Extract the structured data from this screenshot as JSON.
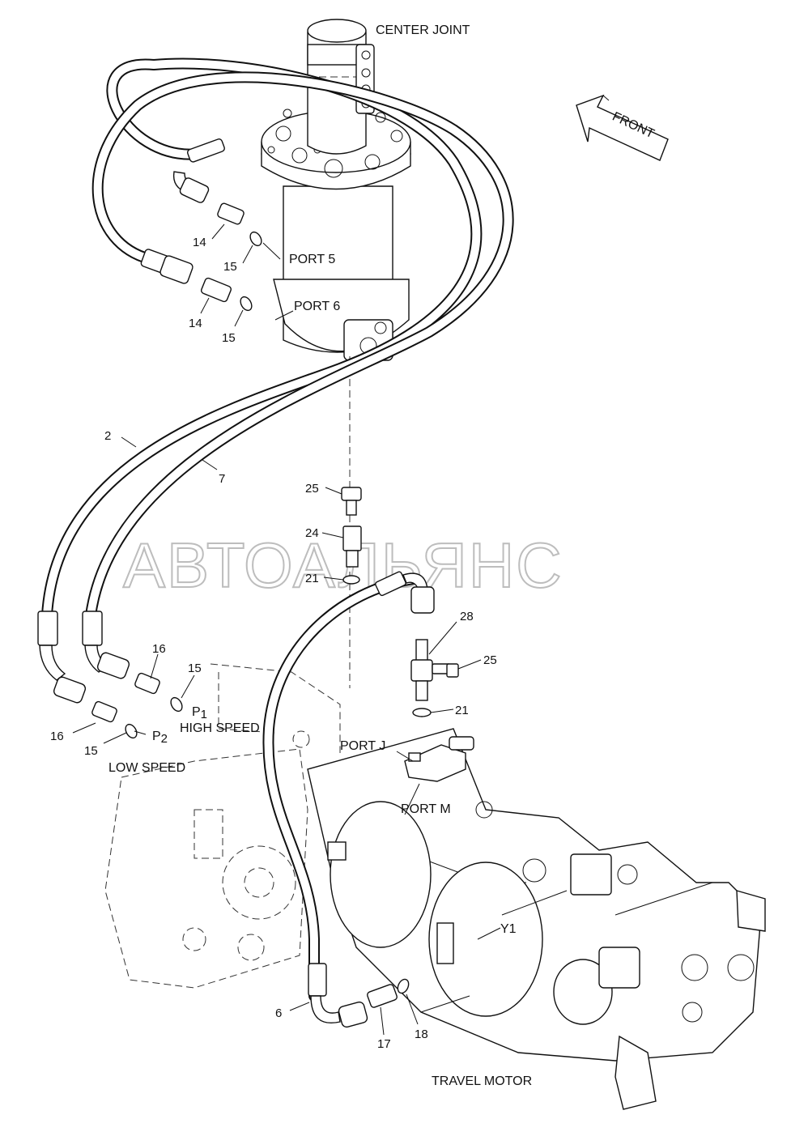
{
  "watermark": "АВТОАЛЬЯНС",
  "direction_label": "FRONT",
  "components": {
    "center_joint": "CENTER JOINT",
    "travel_motor": "TRAVEL MOTOR"
  },
  "ports": {
    "port5": "PORT 5",
    "port6": "PORT 6",
    "portJ": "PORT J",
    "portM": "PORT M",
    "p1": "P",
    "p1_sub": "1",
    "p2": "P",
    "p2_sub": "2",
    "high_speed": "HIGH SPEED",
    "low_speed": "LOW SPEED",
    "y1": "Y1"
  },
  "callouts": {
    "c14a": "14",
    "c15a": "15",
    "c14b": "14",
    "c15b": "15",
    "c2": "2",
    "c7": "7",
    "c25a": "25",
    "c24": "24",
    "c21a": "21",
    "c28": "28",
    "c25b": "25",
    "c21b": "21",
    "c16a": "16",
    "c15c": "15",
    "c16b": "16",
    "c15d": "15",
    "c6": "6",
    "c17": "17",
    "c18": "18"
  }
}
